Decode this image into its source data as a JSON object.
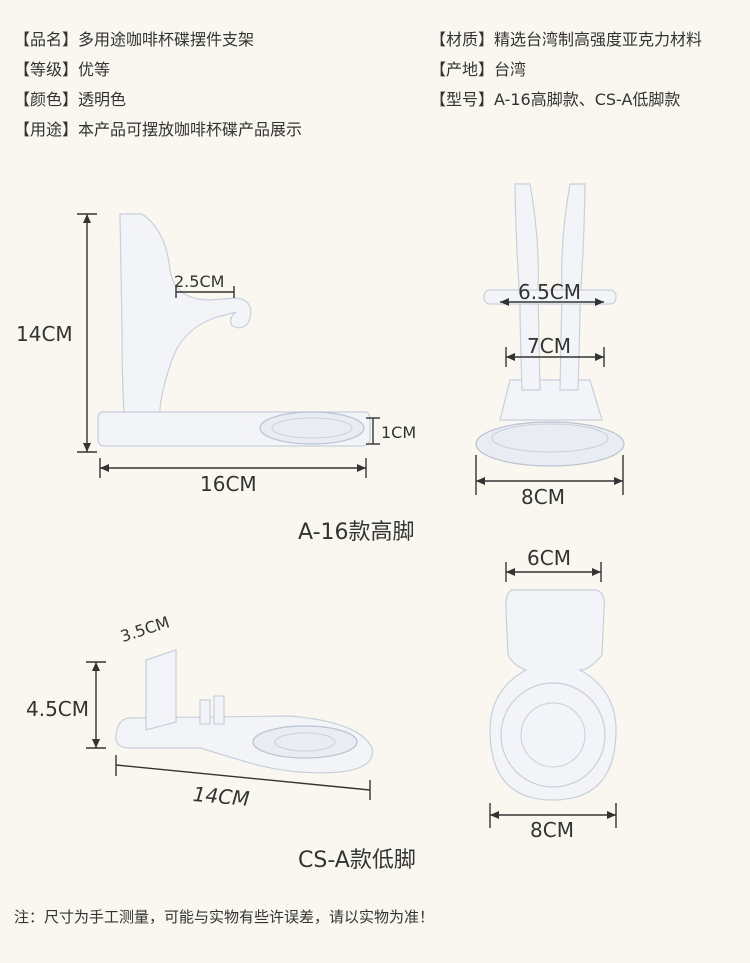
{
  "specs": {
    "name": "【品名】多用途咖啡杯碟摆件支架",
    "grade": "【等级】优等",
    "color": "【颜色】透明色",
    "usage": "【用途】本产品可摆放咖啡杯碟产品展示",
    "material": "【材质】精选台湾制高强度亚克力材料",
    "origin": "【产地】台湾",
    "model": "【型号】A-16高脚款、CS-A低脚款"
  },
  "high_stand": {
    "height": "14CM",
    "hook": "2.5CM",
    "base_thickness": "1CM",
    "length": "16CM",
    "front_top": "6.5CM",
    "front_mid": "7CM",
    "front_width": "8CM",
    "caption": "A-16款高脚"
  },
  "low_stand": {
    "back_width": "3.5CM",
    "height": "4.5CM",
    "length": "14CM",
    "top_width": "6CM",
    "bottom_width": "8CM",
    "caption": "CS-A款低脚"
  },
  "footer_note": "注：尺寸为手工测量，可能与实物有些许误差，请以实物为准！"
}
